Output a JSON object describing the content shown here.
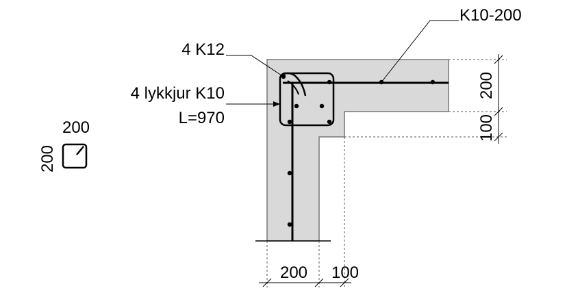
{
  "labels": {
    "top_rebar": "K10-200",
    "corner_bars": "4 K12",
    "stirrups_line1": "4 lykkjur K10",
    "stirrups_line2": "L=970"
  },
  "dimensions": {
    "right_upper": "200",
    "right_lower": "100",
    "bottom_left": "200",
    "bottom_right": "100"
  },
  "stirrup_detail": {
    "width_label": "200",
    "height_label": "200"
  },
  "colors": {
    "concrete": "#d9d9d9",
    "line": "#000000",
    "dashed": "#555555"
  }
}
